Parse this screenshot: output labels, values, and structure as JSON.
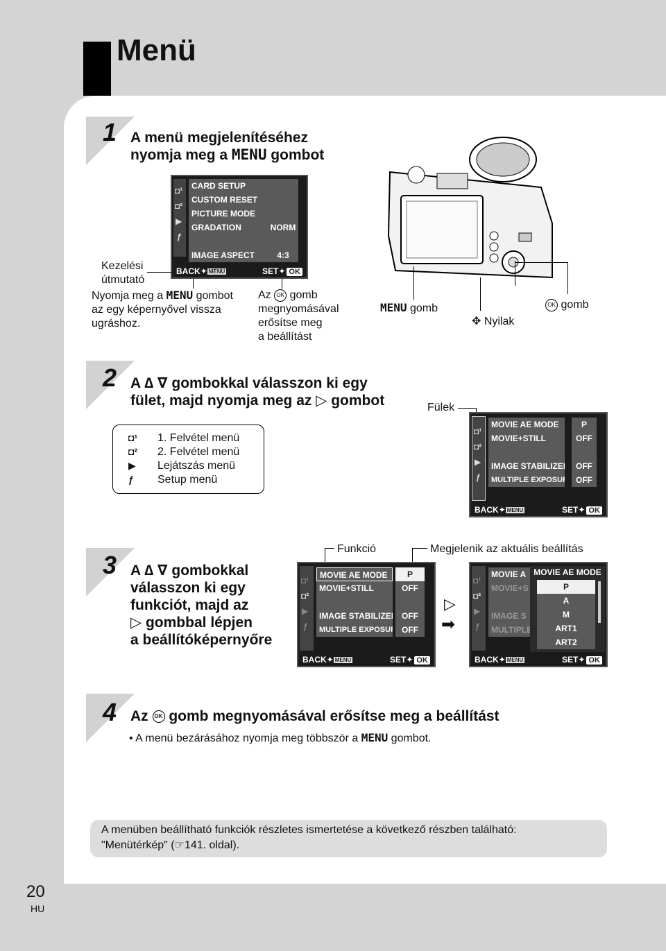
{
  "title": "Menü",
  "page": {
    "number": "20",
    "lang": "HU"
  },
  "step1": {
    "num": "1",
    "text_l1": "A menü megjelenítéséhez",
    "text_l2_a": "nyomja meg a ",
    "text_l2_menu": "MENU",
    "text_l2_b": " gombot",
    "screen": {
      "rows": [
        "CARD SETUP",
        "CUSTOM RESET",
        "PICTURE MODE",
        "GRADATION",
        "",
        "IMAGE ASPECT"
      ],
      "values": [
        "",
        "",
        "",
        "NORM",
        "",
        "4:3"
      ],
      "back": "BACK",
      "set": "SET",
      "ok": "OK"
    },
    "label_guide_l1": "Kezelési",
    "label_guide_l2": "útmutató",
    "back_note_l1_a": "Nyomja meg a ",
    "back_note_l1_menu": "MENU",
    "back_note_l1_b": " gombot",
    "back_note_l2": "az egy képernyővel vissza",
    "back_note_l3": "ugráshoz.",
    "ok_note_l1_a": "Az",
    "ok_note_l1_b": "gomb",
    "ok_note_l2": "megnyomásával",
    "ok_note_l3": "erősítse meg",
    "ok_note_l4": "a beállítást",
    "cam_menu_label": "MENU",
    "cam_menu_gomb": "gomb",
    "cam_arrows": "Nyilak",
    "cam_ok_gomb": "gomb"
  },
  "step2": {
    "num": "2",
    "text_l1": "A ∆ ∇ gombokkal válasszon ki egy",
    "text_l2": "fület, majd nyomja meg az ▷ gombot",
    "tabs_label": "Fülek",
    "legend": [
      "1. Felvétel menü",
      "2. Felvétel menü",
      "Lejátszás menü",
      "Setup menü"
    ],
    "screen": {
      "rows": [
        "MOVIE AE MODE",
        "MOVIE+STILL",
        "",
        "IMAGE STABILIZER",
        "MULTIPLE EXPOSURE"
      ],
      "values": [
        "P",
        "OFF",
        "",
        "OFF",
        "OFF"
      ],
      "back": "BACK",
      "set": "SET",
      "ok": "OK"
    }
  },
  "step3": {
    "num": "3",
    "text": [
      "A ∆ ∇ gombokkal",
      "válasszon ki egy",
      "funkciót, majd az",
      "▷ gombbal lépjen",
      "a beállítóképernyőre"
    ],
    "func_label": "Funkció",
    "current_label": "Megjelenik az aktuális beállítás",
    "screen_a": {
      "rows": [
        "MOVIE AE MODE",
        "MOVIE+STILL",
        "",
        "IMAGE STABILIZER",
        "MULTIPLE EXPOSURE"
      ],
      "values": [
        "P",
        "OFF",
        "",
        "OFF",
        "OFF"
      ],
      "back": "BACK",
      "set": "SET",
      "ok": "OK"
    },
    "screen_b": {
      "rows": [
        "MOVIE A",
        "MOVIE+S",
        "",
        "IMAGE S",
        "MULTIPLE"
      ],
      "popup_title": "MOVIE AE MODE",
      "options": [
        "P",
        "A",
        "M",
        "ART1",
        "ART2"
      ],
      "back": "BACK",
      "set": "SET",
      "ok": "OK"
    }
  },
  "step4": {
    "num": "4",
    "text_a": "Az",
    "text_b": "gomb megnyomásával erősítse meg a beállítást",
    "bullet_a": "A menü bezárásához nyomja meg többször a ",
    "bullet_menu": "MENU",
    "bullet_b": " gombot."
  },
  "info": {
    "l1": "A menüben beállítható funkciók részletes ismertetése a következő részben található:",
    "l2_a": "\"Menütérkép\" (",
    "l2_b": "141. oldal)."
  }
}
